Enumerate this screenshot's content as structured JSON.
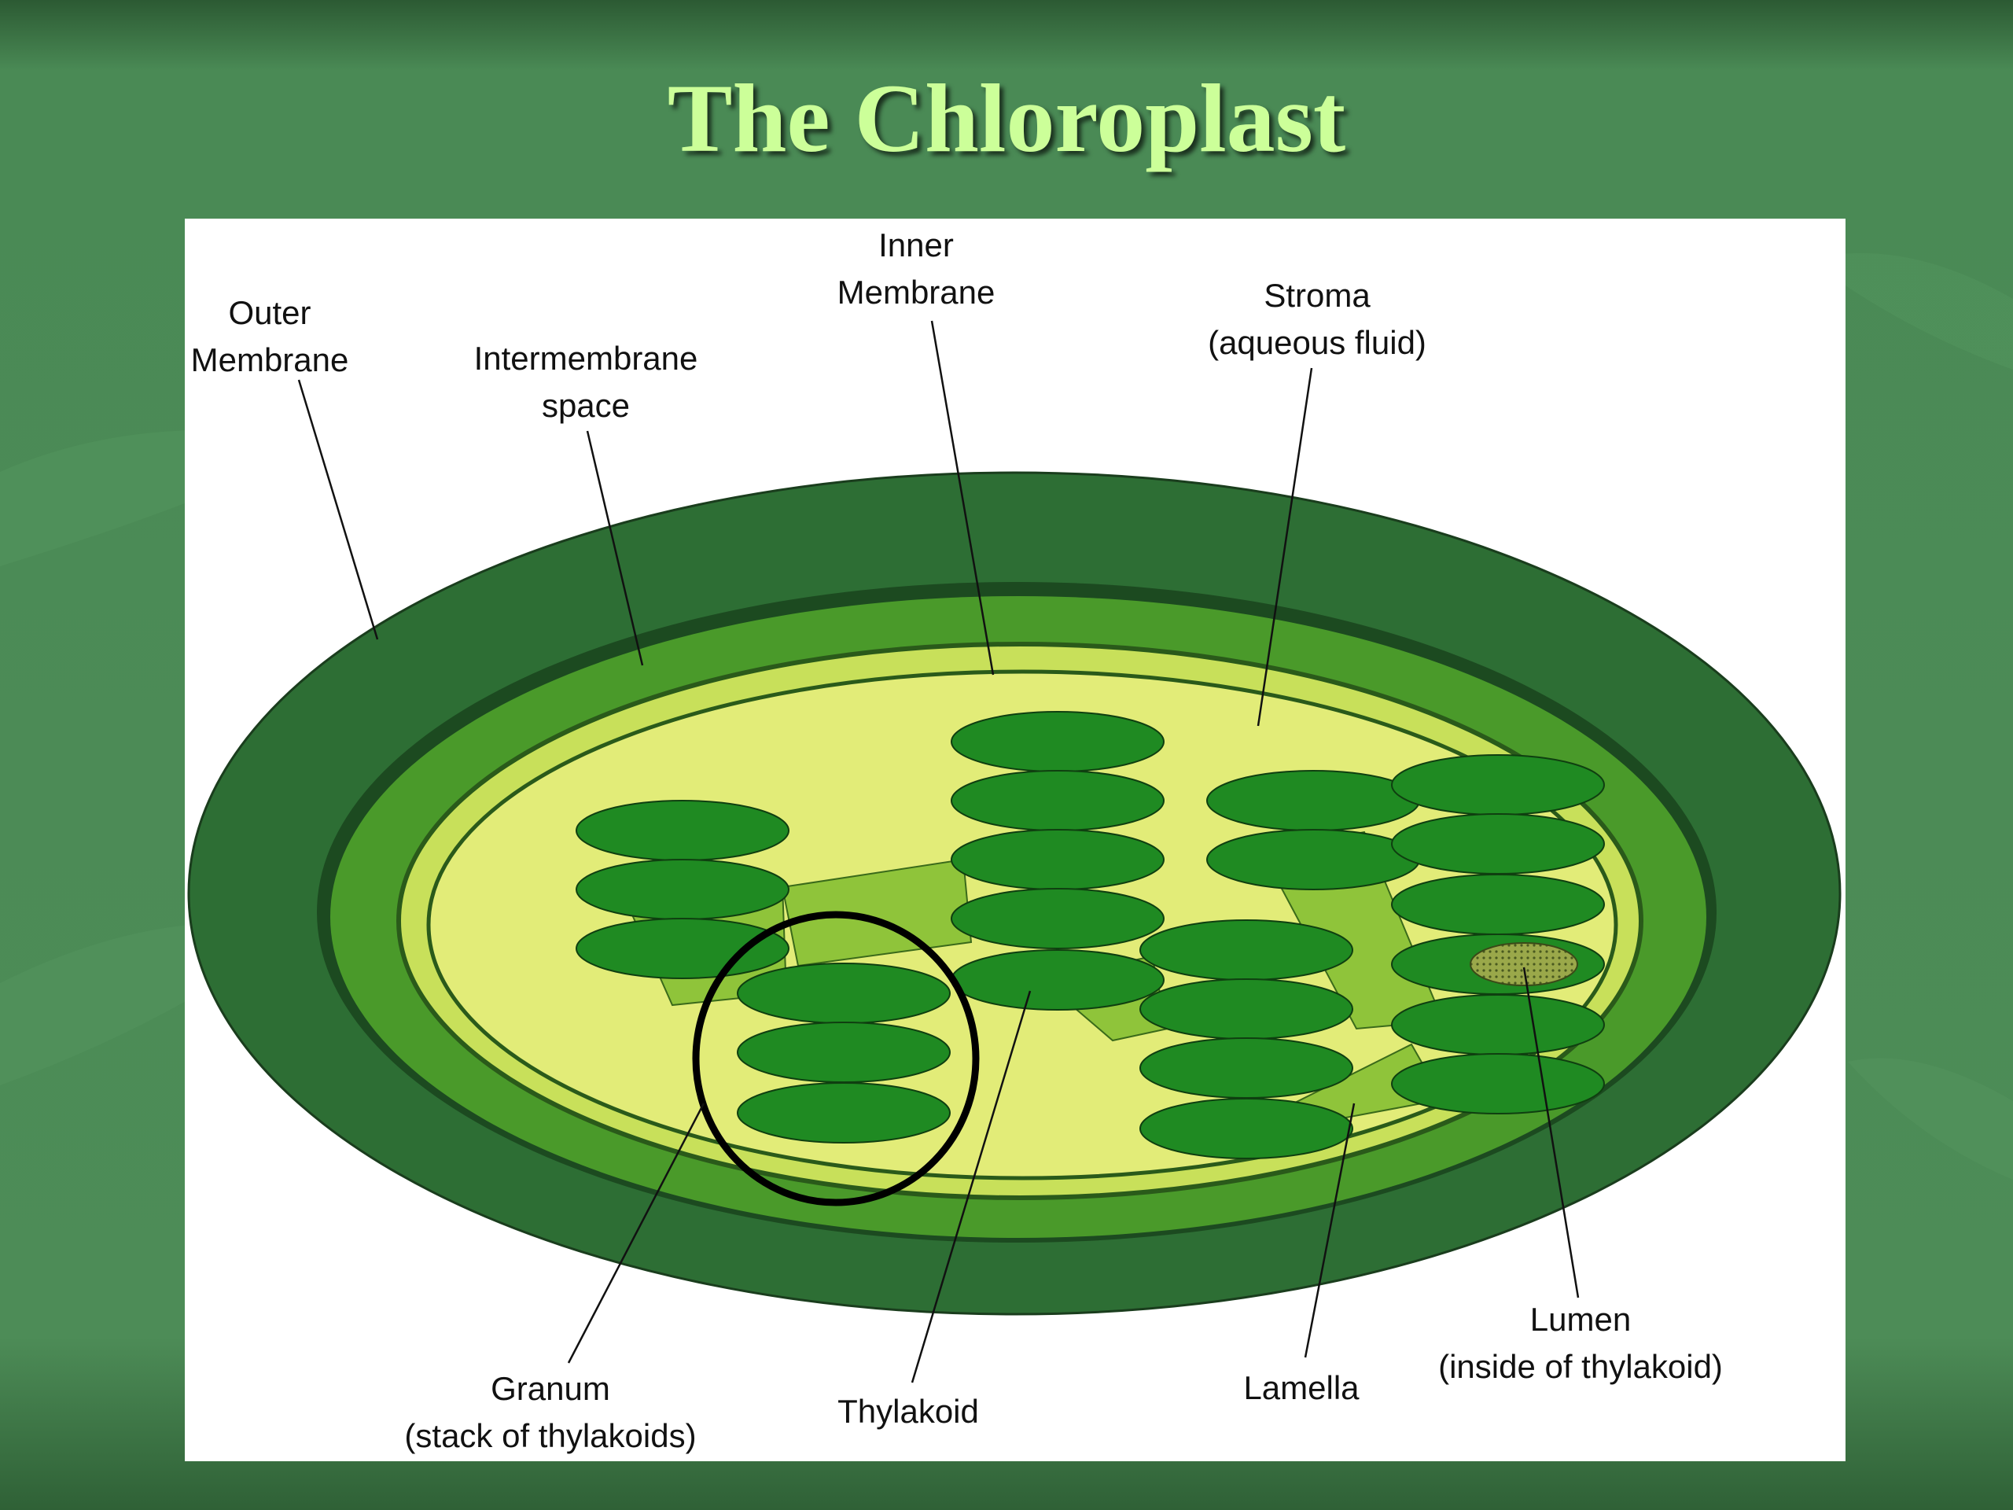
{
  "title": "The Chloroplast",
  "labels": {
    "outer_membrane": [
      "Outer",
      "Membrane"
    ],
    "intermembrane_space": [
      "Intermembrane",
      "space"
    ],
    "inner_membrane": [
      "Inner",
      "Membrane"
    ],
    "stroma": [
      "Stroma",
      "(aqueous fluid)"
    ],
    "granum": [
      "Granum",
      "(stack of thylakoids)"
    ],
    "thylakoid": [
      "Thylakoid"
    ],
    "lamella": [
      "Lamella"
    ],
    "lumen": [
      "Lumen",
      "(inside of thylakoid)"
    ]
  },
  "colors": {
    "outer_membrane": "#2d6e34",
    "intermembrane_space": "#4a9a2a",
    "inner_membrane": "#c8e05a",
    "stroma": "#e2ec78",
    "thylakoid": "#1f8a22",
    "lamella": "#8fc43a",
    "lumen": "#8a9a40",
    "title": "#ccff99"
  }
}
